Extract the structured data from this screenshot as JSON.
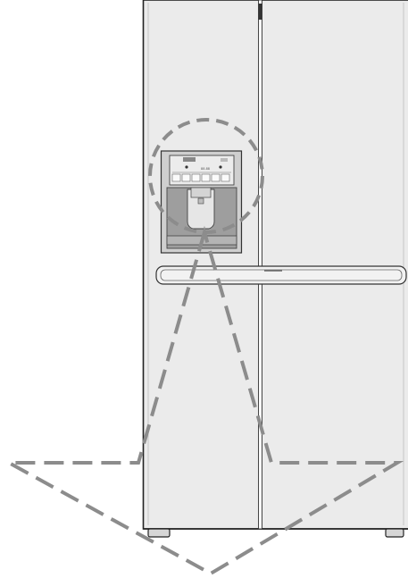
{
  "figure": {
    "kind": "line-drawing",
    "subject": "side-by-side-refrigerator",
    "components": [
      "freezer-door",
      "refrigerator-door",
      "door-seam",
      "door-handle",
      "water-ice-dispenser",
      "dispenser-control-panel",
      "dispenser-paddle",
      "drip-tray",
      "leveling-feet"
    ],
    "callouts": [
      {
        "name": "dispenser-highlight",
        "shape": "dashed-circle"
      },
      {
        "name": "zoom-arrow",
        "shape": "dashed-arrow",
        "direction": "down"
      }
    ]
  },
  "colors": {
    "background": "#ffffff",
    "appliance_fill": "#ebebeb",
    "outline": "#222222",
    "dispenser_fill": "#cfcfcf",
    "dispenser_recess": "#9e9e9e",
    "callout_stroke": "#8c8c8c"
  },
  "control_panel": {
    "display_digits": "88.88",
    "button_count": 6
  }
}
